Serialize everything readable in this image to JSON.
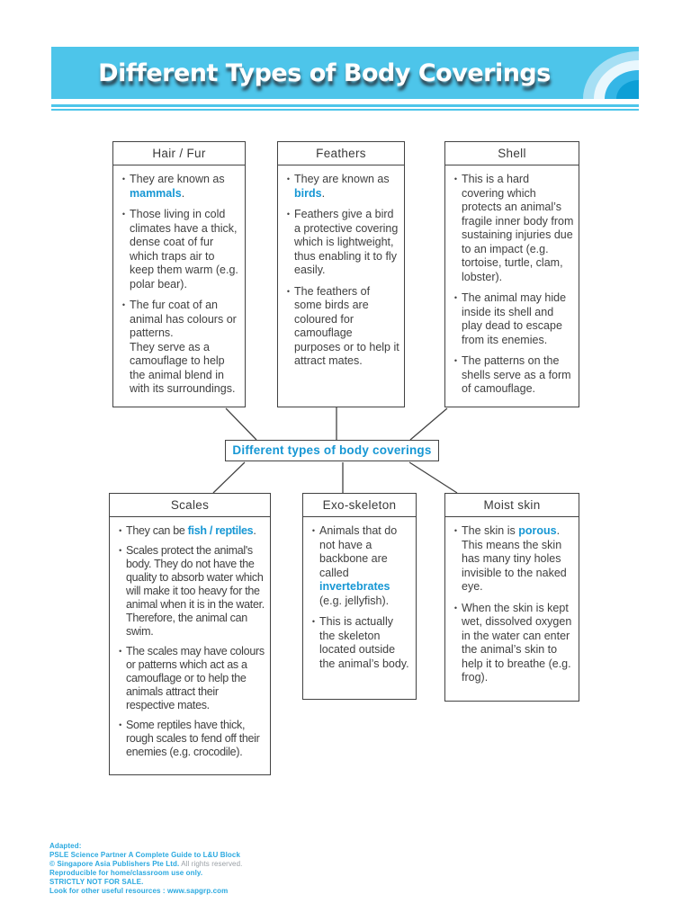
{
  "page": {
    "banner_title": "Different Types of Body Coverings",
    "center_label": "Different types of body coverings"
  },
  "colors": {
    "banner_blue": "#4dc5ea",
    "keyword_blue": "#1697d4",
    "text_gray": "#3f3f3f",
    "footer_blue": "#2aa9e0",
    "muted_gray": "#9aa0a6"
  },
  "boxes": [
    {
      "title": "Hair / Fur",
      "bullets": [
        [
          {
            "text": "They are known as "
          },
          {
            "text": "mammals",
            "highlight": true
          },
          {
            "text": "."
          }
        ],
        [
          {
            "text": "Those living in cold climates have a thick, dense coat of fur which traps air to keep them warm (e.g. polar bear)."
          }
        ],
        [
          {
            "text": "The fur coat of an animal has colours or patterns."
          },
          {
            "br": true
          },
          {
            "text": "They serve as a camouflage to help the animal blend in with its surroundings."
          }
        ]
      ]
    },
    {
      "title": "Feathers",
      "bullets": [
        [
          {
            "text": "They are known as "
          },
          {
            "text": "birds",
            "highlight": true
          },
          {
            "text": "."
          }
        ],
        [
          {
            "text": "Feathers give a bird a protective covering which is lightweight, thus enabling it to fly easily."
          }
        ],
        [
          {
            "text": "The feathers of some birds are coloured for camouflage purposes or to help it attract mates."
          }
        ]
      ]
    },
    {
      "title": "Shell",
      "bullets": [
        [
          {
            "text": "This is a hard covering which protects an animal’s fragile inner body from sustaining injuries due to an impact (e.g. tortoise, turtle, clam, lobster)."
          }
        ],
        [
          {
            "text": "The animal may hide inside its shell and play dead to escape from its enemies."
          }
        ],
        [
          {
            "text": "The patterns on the shells serve as a form of camouflage."
          }
        ]
      ]
    },
    {
      "title": "Scales",
      "bullets": [
        [
          {
            "text": "They can be "
          },
          {
            "text": "fish",
            "highlight": true
          },
          {
            "text": " / ",
            "highlight": true
          },
          {
            "text": "reptiles",
            "highlight": true
          },
          {
            "text": "."
          }
        ],
        [
          {
            "text": "Scales protect the animal's body. They do not have the quality to absorb water which will make it too heavy for the animal when it is in the water. Therefore, the animal can swim."
          }
        ],
        [
          {
            "text": "The scales may have colours or patterns which act as a camouflage or to help the animals attract their respective mates."
          }
        ],
        [
          {
            "text": "Some reptiles have thick, rough scales to fend off their enemies (e.g. crocodile)."
          }
        ]
      ]
    },
    {
      "title": "Exo-skeleton",
      "bullets": [
        [
          {
            "text": "Animals that do not have a backbone are called "
          },
          {
            "text": "invertebrates",
            "highlight": true
          },
          {
            "text": " (e.g. jellyfish)."
          }
        ],
        [
          {
            "text": "This is actually the skeleton located outside the animal’s body."
          }
        ]
      ]
    },
    {
      "title": "Moist skin",
      "bullets": [
        [
          {
            "text": "The skin is "
          },
          {
            "text": "porous",
            "highlight": true
          },
          {
            "text": ". This means the skin has many tiny holes invisible to the naked eye."
          }
        ],
        [
          {
            "text": "When the skin is kept wet, dissolved oxygen in the water can enter the animal’s skin to help it to breathe (e.g. frog)."
          }
        ]
      ]
    }
  ],
  "footer": {
    "lines": [
      [
        {
          "text": "Adapted:"
        }
      ],
      [
        {
          "text": "PSLE Science Partner A Complete Guide to L&U Block"
        }
      ],
      [
        {
          "text": "© Singapore Asia Publishers Pte Ltd."
        },
        {
          "text": " All rights reserved.",
          "muted": true
        }
      ],
      [
        {
          "text": "Reproducible for home/classroom use only."
        }
      ],
      [
        {
          "text": "STRICTLY NOT FOR SALE."
        }
      ],
      [
        {
          "text": "Look for other useful resources : www.sapgrp.com"
        }
      ]
    ]
  }
}
